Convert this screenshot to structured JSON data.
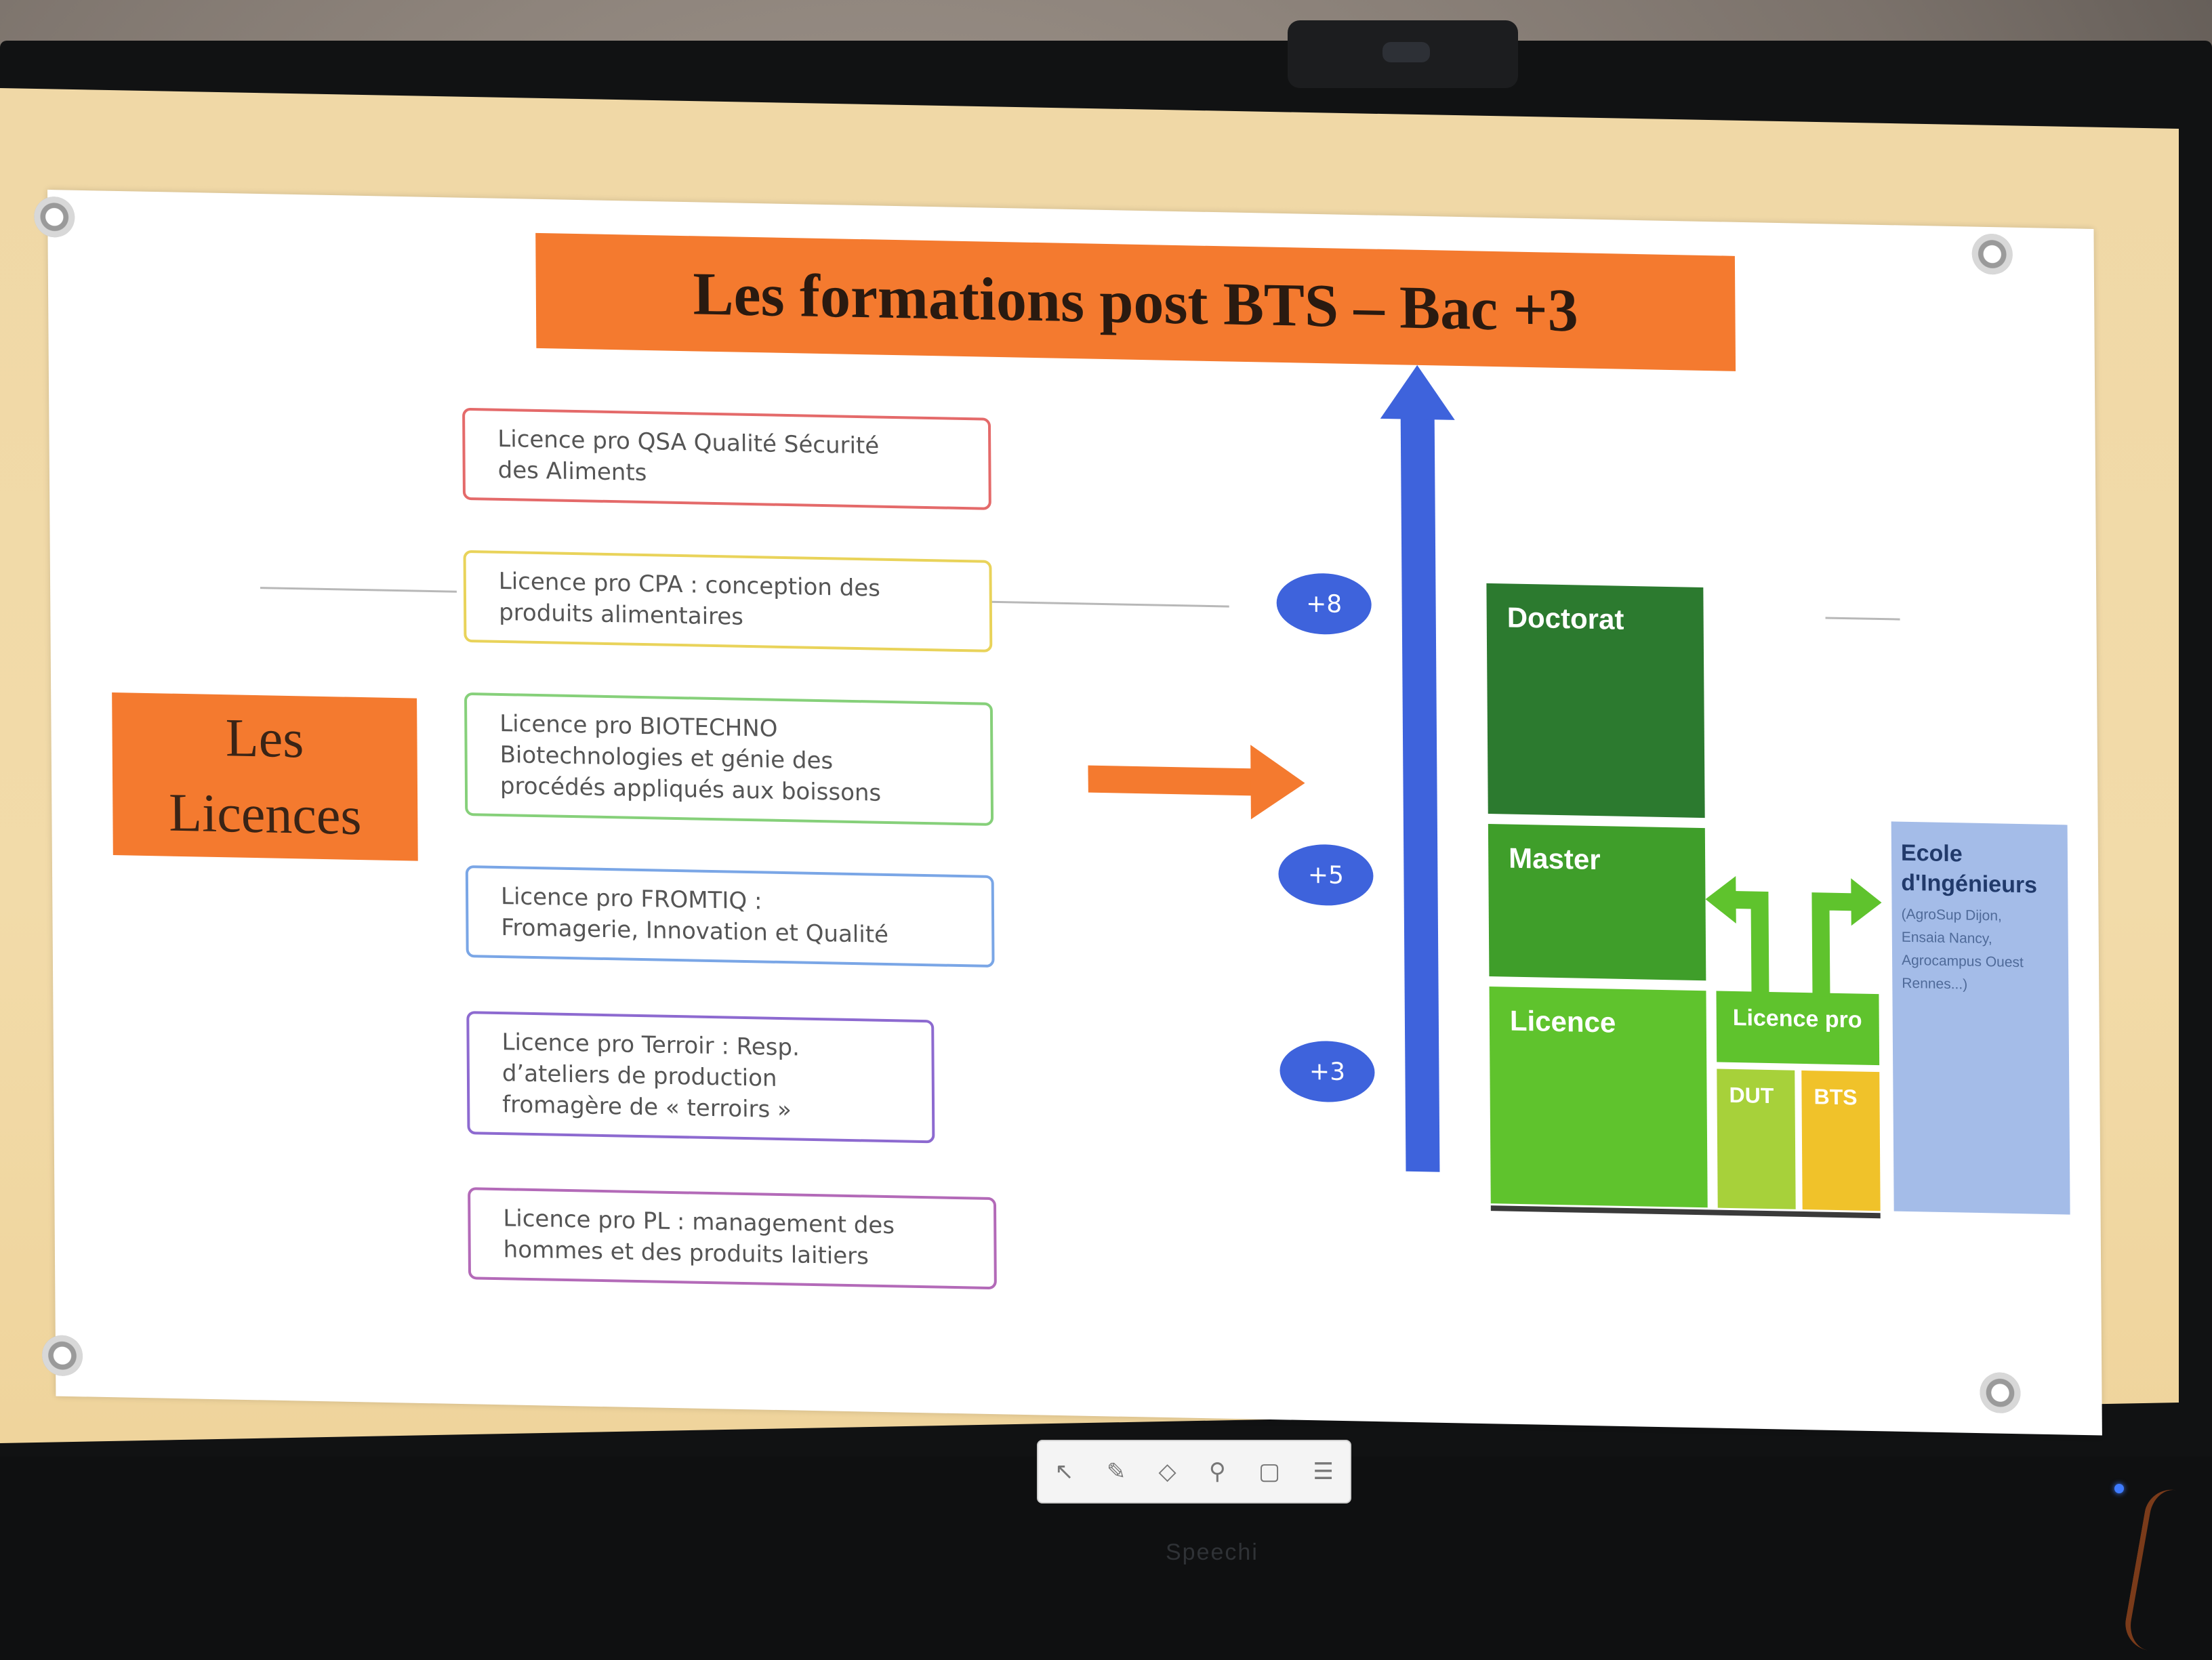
{
  "slide": {
    "title": "Les formations post BTS – Bac +3",
    "left_label_lines": [
      "Les",
      "Licences"
    ],
    "licences": [
      {
        "lines": [
          "Licence pro QSA Qualité Sécurité",
          "des Aliments"
        ],
        "color": "#e46a6a"
      },
      {
        "lines": [
          "Licence pro CPA : conception des",
          "produits alimentaires"
        ],
        "color": "#e9d35a"
      },
      {
        "lines": [
          "Licence pro BIOTECHNO",
          "Biotechnologies et génie des",
          "procédés appliqués aux boissons"
        ],
        "color": "#86d07a"
      },
      {
        "lines": [
          "Licence pro FROMTIQ :",
          "Fromagerie, Innovation et Qualité"
        ],
        "color": "#7aa6e6"
      },
      {
        "lines": [
          "Licence pro Terroir : Resp.",
          "d’ateliers de production",
          "fromagère de « terroirs »"
        ],
        "color": "#8d6ad0"
      },
      {
        "lines": [
          "Licence pro PL : management des",
          "hommes et des produits laitiers"
        ],
        "color": "#b36ab8"
      }
    ],
    "levels": [
      "+8",
      "+5",
      "+3"
    ],
    "blocks": {
      "doctorat": "Doctorat",
      "master": "Master",
      "licence": "Licence",
      "licence_pro": "Licence pro",
      "dut": "DUT",
      "bts": "BTS"
    },
    "ecole": {
      "title_lines": [
        "Ecole",
        "d'Ingénieurs"
      ],
      "detail_lines": [
        "(AgroSup Dijon,",
        "Ensaia Nancy,",
        "Agrocampus Ouest",
        "Rennes...)"
      ]
    },
    "colors": {
      "orange": "#f47a2f",
      "axis_blue": "#3e63dc",
      "doctorat": "#2c7a2f",
      "master": "#3f9e2a",
      "licence": "#5fc32d",
      "dut": "#a7d13a",
      "bts": "#f0c22a",
      "ecole": "#a4bce8"
    }
  },
  "monitor": {
    "brand": "Speechi"
  },
  "toolbar": {
    "icons": [
      "pointer-icon",
      "pen-icon",
      "eraser-icon",
      "zoom-icon",
      "screen-icon",
      "menu-icon"
    ]
  }
}
